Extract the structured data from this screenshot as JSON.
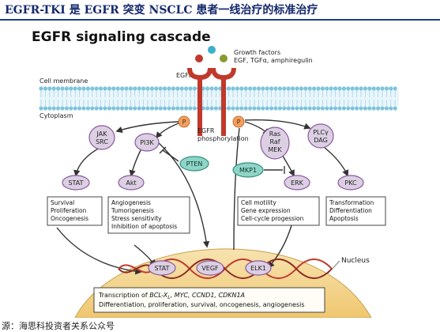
{
  "page_title": "EGFR-TKI 是 EGFR 突变 NSCLC 患者一线治疗的标准治疗",
  "source": "源：海思科投资者关系公众号",
  "diagram": {
    "heading": "EGFR signaling cascade",
    "ligand_label_1": "Growth factors",
    "ligand_label_2": "EGF, TGFα, amphiregulin",
    "receptor_label": "EGFR",
    "membrane_label": "Cell membrane",
    "cytoplasm_label": "Cytoplasm",
    "phospho_mark": "P",
    "phosphorylation_label_1": "EGFR",
    "phosphorylation_label_2": "phosphorylation",
    "jak_label_1": "JAK",
    "jak_label_2": "SRC",
    "pi3k_label": "PI3K",
    "pten_label": "PTEN",
    "ras_label_1": "Ras",
    "ras_label_2": "Raf",
    "ras_label_3": "MEK",
    "mkp1_label": "MKP1",
    "plc_label_1": "PLCγ",
    "plc_label_2": "DAG",
    "stat_label": "STAT",
    "akt_label": "Akt",
    "erk_label": "ERK",
    "pkc_label": "PKC",
    "stat_outcomes": [
      "Survival",
      "Proliferation",
      "Oncogenesis"
    ],
    "akt_outcomes": [
      "Angiogenesis",
      "Tumorigenesis",
      "Stress sensitivity",
      "Inhibition of apoptosis"
    ],
    "erk_outcomes": [
      "Cell motility",
      "Gene expression",
      "Cell-cycle progession"
    ],
    "pkc_outcomes": [
      "Transformation",
      "Differentiation",
      "Apoptosis"
    ],
    "nucleus_label": "Nucleus",
    "tf_stat": "STAT",
    "tf_vegf": "VEGF",
    "tf_elk1": "ELK1",
    "transcription_prefix": "Transcription of ",
    "transcription_genes": "BCL-X",
    "transcription_subscript": "L",
    "transcription_rest": ", MYC, CCND1, CDKN1A",
    "transcription_line_2": "Differentiation, proliferation, survival, oncogenesis, angiogenesis"
  },
  "colors": {
    "title": "#14296b",
    "node_fill": "#dccfe3",
    "node_stroke": "#8a5a9e",
    "receptor": "#c0392b",
    "membrane": "#7ec4dd",
    "nucleus": "#f4dca0",
    "phospho": "#f2a05f",
    "pten_fill": "#8fd4c7",
    "target_fill": "#3f9cc6"
  }
}
